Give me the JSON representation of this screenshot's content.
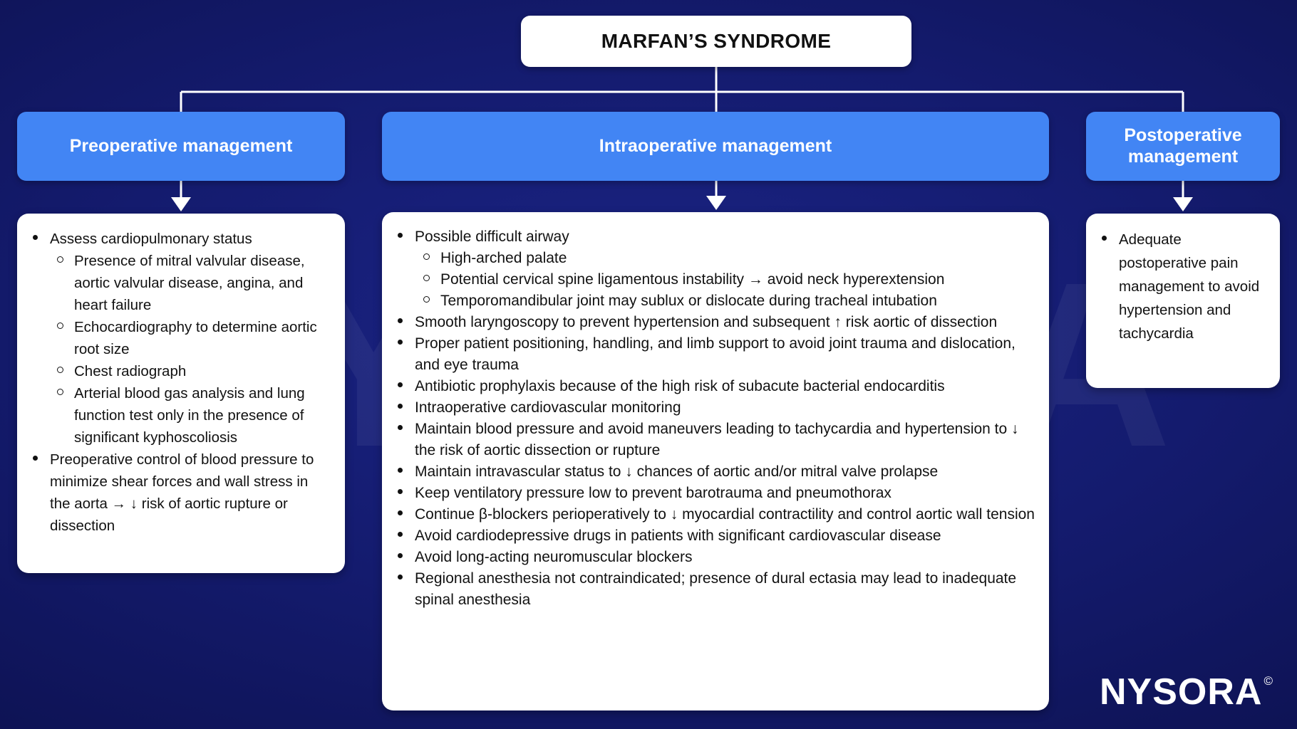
{
  "colors": {
    "background": "#141b6e",
    "background_deep": "#0e1355",
    "card": "#ffffff",
    "header_pill": "#4285f4",
    "text": "#121212",
    "connector": "#ffffff"
  },
  "root": {
    "title": "MARFAN’S SYNDROME"
  },
  "columns": [
    {
      "id": "preoperative",
      "header": "Preoperative management",
      "items": [
        {
          "level": 1,
          "text": "Assess cardiopulmonary status",
          "children": [
            {
              "level": 2,
              "text": "Presence of mitral valvular disease, aortic valvular disease, angina, and heart failure"
            },
            {
              "level": 2,
              "text": "Echocardiography to determine aortic root size"
            },
            {
              "level": 2,
              "text": "Chest radiograph"
            },
            {
              "level": 2,
              "text": "Arterial blood gas analysis and lung function test only in the presence of significant kyphoscoliosis"
            }
          ]
        },
        {
          "level": 1,
          "text": "Preoperative control of blood pressure to minimize shear forces and wall stress in the aorta → ↓ risk of aortic rupture or dissection",
          "children": []
        }
      ]
    },
    {
      "id": "intraoperative",
      "header": "Intraoperative management",
      "items": [
        {
          "level": 1,
          "text": "Possible difficult airway",
          "children": [
            {
              "level": 2,
              "text": "High-arched palate"
            },
            {
              "level": 2,
              "text": "Potential cervical spine ligamentous instability → avoid neck hyperextension"
            },
            {
              "level": 2,
              "text": "Temporomandibular joint may sublux or dislocate during tracheal intubation"
            }
          ]
        },
        {
          "level": 1,
          "text": "Smooth laryngoscopy to prevent hypertension and subsequent ↑ risk aortic of dissection",
          "children": []
        },
        {
          "level": 1,
          "text": "Proper patient positioning, handling, and limb support to avoid joint trauma and dislocation, and eye trauma",
          "children": []
        },
        {
          "level": 1,
          "text": "Antibiotic prophylaxis because of the high risk of subacute bacterial endocarditis",
          "children": []
        },
        {
          "level": 1,
          "text": "Intraoperative cardiovascular monitoring",
          "children": []
        },
        {
          "level": 1,
          "text": "Maintain blood pressure and avoid maneuvers leading to tachycardia and hypertension to ↓ the risk of aortic dissection or rupture",
          "children": []
        },
        {
          "level": 1,
          "text": "Maintain intravascular status to ↓ chances of aortic and/or mitral valve prolapse",
          "children": []
        },
        {
          "level": 1,
          "text": "Keep ventilatory pressure low to prevent barotrauma and pneumothorax",
          "children": []
        },
        {
          "level": 1,
          "text": "Continue β-blockers perioperatively to ↓ myocardial contractility and control aortic wall tension",
          "children": []
        },
        {
          "level": 1,
          "text": "Avoid cardiodepressive drugs in patients with significant cardiovascular disease",
          "children": []
        },
        {
          "level": 1,
          "text": "Avoid long-acting neuromuscular blockers",
          "children": []
        },
        {
          "level": 1,
          "text": "Regional anesthesia not contraindicated; presence of dural ectasia may lead to inadequate spinal anesthesia",
          "children": []
        }
      ]
    },
    {
      "id": "postoperative",
      "header": "Postoperative management",
      "items": [
        {
          "level": 1,
          "text": "Adequate postoperative pain management to avoid hypertension and tachycardia",
          "children": []
        }
      ]
    }
  ],
  "branding": {
    "name": "NYSORA",
    "mark": "©",
    "watermark": "NYSORA"
  }
}
